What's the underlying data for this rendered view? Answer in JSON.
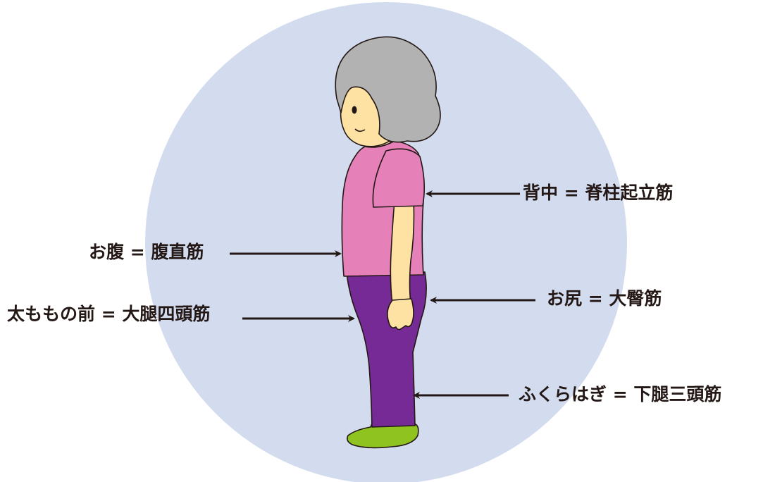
{
  "colors": {
    "background_circle": "#d3dcef",
    "hair": "#b2b2b2",
    "skin": "#fde2a4",
    "shirt": "#e680b9",
    "pants": "#752a96",
    "shoes": "#8fc31f",
    "outline": "#231815",
    "label_text": "#231815"
  },
  "labels": {
    "back": "背中 = 脊柱起立筋",
    "abdomen": "お腹 = 腹直筋",
    "thigh_front": "太ももの前 = 大腿四頭筋",
    "buttocks": "お尻 = 大臀筋",
    "calf": "ふくらはぎ = 下腿三頭筋"
  },
  "figure": {
    "description_icon": "standing-elderly-woman-side-view"
  }
}
